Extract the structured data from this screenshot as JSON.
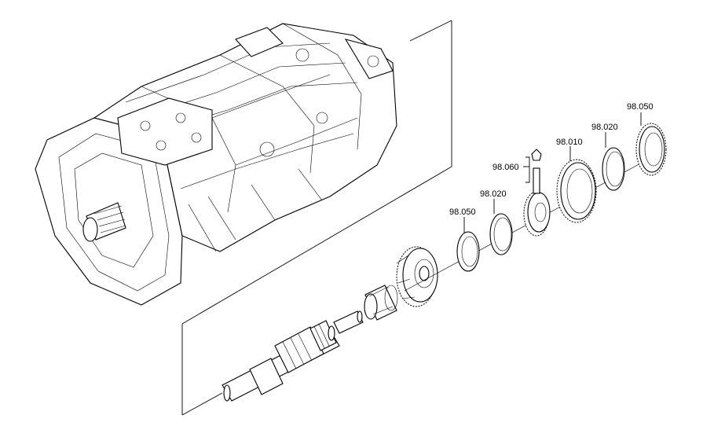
{
  "diagram": {
    "callouts": [
      {
        "id": "98.050-left",
        "label": "98.050"
      },
      {
        "id": "98.020-left",
        "label": "98.020"
      },
      {
        "id": "98.060",
        "label": "98.060"
      },
      {
        "id": "98.010",
        "label": "98.010"
      },
      {
        "id": "98.020-right",
        "label": "98.020"
      },
      {
        "id": "98.050-right",
        "label": "98.050"
      }
    ]
  }
}
